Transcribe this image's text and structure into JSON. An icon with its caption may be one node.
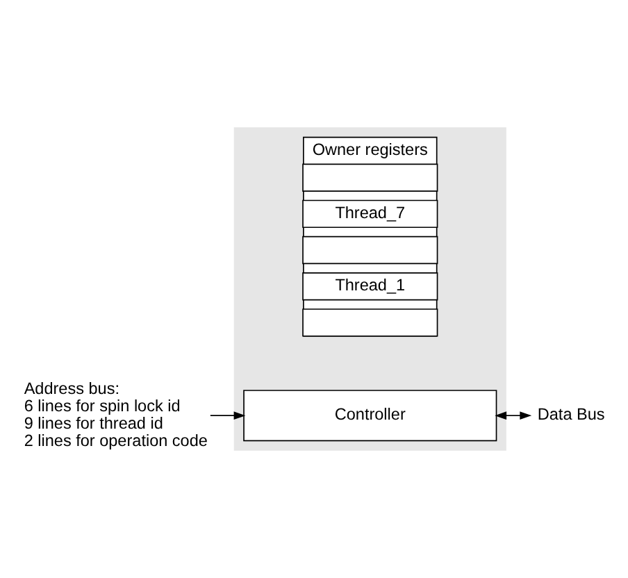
{
  "diagram": {
    "nodes": [
      {
        "text": [],
        "shape": "box"
      },
      {
        "text": [
          "Owner registers"
        ],
        "in": 0
      },
      {
        "text": [],
        "shape": "box",
        "in": 1
      },
      {
        "text": [
          "Thread_7"
        ],
        "in": 1
      },
      {
        "text": [],
        "shape": "box",
        "in": 1
      },
      {
        "text": [
          "Thread_1"
        ],
        "in": 1
      },
      {
        "text": [],
        "shape": "box",
        "in": 1
      },
      {
        "text": [
          "Controller"
        ],
        "in": 0
      },
      {
        "text": [
          "Address bus:",
          "6 lines for spin lock id",
          "9 lines for thread id",
          "2 lines for operation code"
        ]
      },
      {
        "text": [
          "Data Bus"
        ]
      }
    ],
    "edges": [
      {
        "from": 8,
        "to": 7,
        "arrow": "to"
      },
      {
        "from": 7,
        "to": 9,
        "arrow": "both"
      }
    ]
  }
}
